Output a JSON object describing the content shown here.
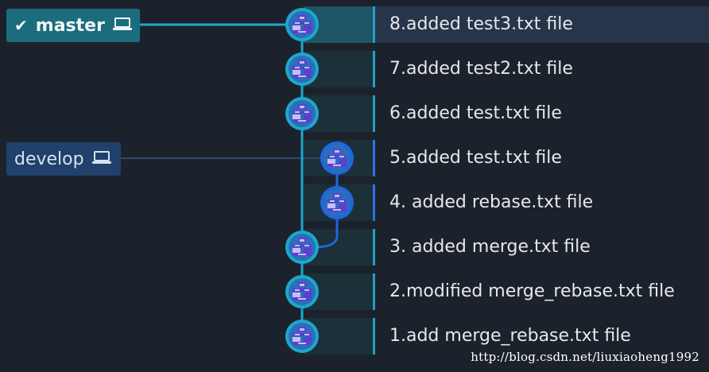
{
  "branches": [
    {
      "id": "master",
      "label": "master",
      "checked": true,
      "icon": "laptop-icon"
    },
    {
      "id": "develop",
      "label": "develop",
      "checked": false,
      "icon": "laptop-icon"
    }
  ],
  "commits": [
    {
      "message": "8.added test3.txt file",
      "lane": "master",
      "selected": true
    },
    {
      "message": "7.added test2.txt file",
      "lane": "master",
      "selected": false
    },
    {
      "message": "6.added test.txt file",
      "lane": "master",
      "selected": false
    },
    {
      "message": "5.added test.txt file",
      "lane": "develop",
      "selected": false
    },
    {
      "message": "4. added rebase.txt file",
      "lane": "develop",
      "selected": false
    },
    {
      "message": "3. added merge.txt file",
      "lane": "master",
      "selected": false
    },
    {
      "message": "2.modified merge_rebase.txt file",
      "lane": "master",
      "selected": false
    },
    {
      "message": "1.add merge_rebase.txt file",
      "lane": "master",
      "selected": false
    }
  ],
  "colors": {
    "master_lane": "#1ea7cc",
    "develop_lane": "#1f66e0",
    "avatar_fill": "#5b3fcf"
  },
  "watermark": "http://blog.csdn.net/liuxiaoheng1992"
}
